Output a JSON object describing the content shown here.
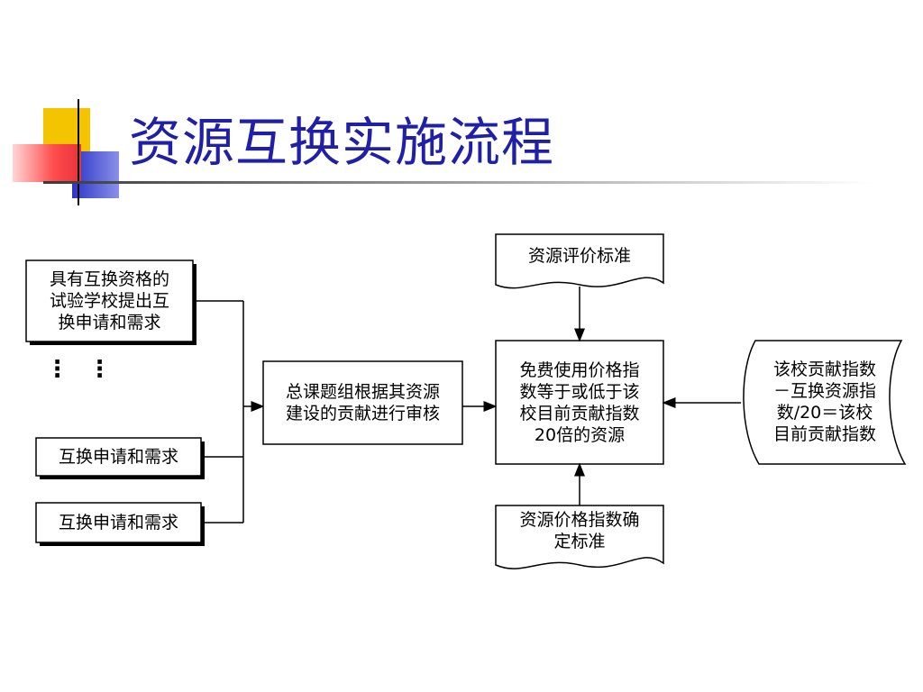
{
  "slide": {
    "title": "资源互换实施流程"
  },
  "diagram": {
    "nodes": {
      "school_request": "具有互换资格的\n试验学校提出互\n换申请和需求",
      "ellipsis": "⋮  ⋮",
      "request_2": "互换申请和需求",
      "request_3": "互换申请和需求",
      "review": "总课题组根据其资源\n建设的贡献进行审核",
      "free_use": "免费使用价格指\n数等于或低于该\n校目前贡献指数\n20倍的资源",
      "evaluation_standard": "资源评价标准",
      "price_standard": "资源价格指数确\n定标准",
      "formula": "该校贡献指数\n－互换资源指\n数/20＝该校\n目前贡献指数"
    }
  },
  "colors": {
    "title": "#1f1fa8",
    "accent_yellow": "#f5c400",
    "accent_blue": "#2b35c8",
    "accent_red": "#e8323a",
    "line": "#000000"
  }
}
